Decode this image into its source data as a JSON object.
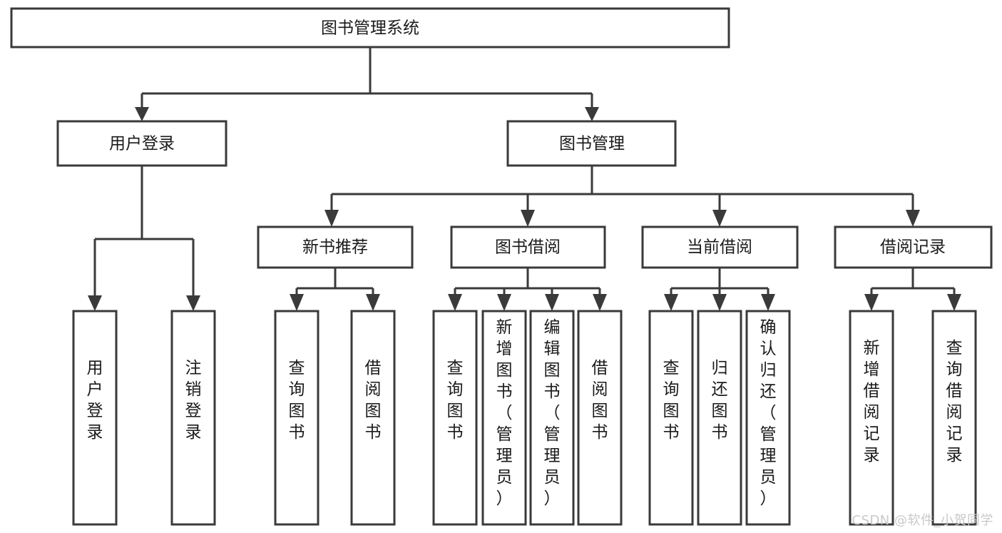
{
  "diagram": {
    "type": "tree-hierarchy-chart",
    "title": "图书管理系统",
    "colors": {
      "background": "#ffffff",
      "box_stroke": "#3a3a3a",
      "box_fill": "#ffffff",
      "text": "#1a1a1a",
      "watermark": "#c9c9c9"
    },
    "root": {
      "label": "图书管理系统",
      "orientation": "horizontal"
    },
    "level2": [
      {
        "label": "用户登录",
        "orientation": "horizontal"
      },
      {
        "label": "图书管理",
        "orientation": "horizontal"
      }
    ],
    "level3": [
      {
        "label": "新书推荐",
        "orientation": "horizontal"
      },
      {
        "label": "图书借阅",
        "orientation": "horizontal"
      },
      {
        "label": "当前借阅",
        "orientation": "horizontal"
      },
      {
        "label": "借阅记录",
        "orientation": "horizontal"
      }
    ],
    "leaves": {
      "user_login": [
        {
          "label": "用户登录",
          "orientation": "vertical"
        },
        {
          "label": "注销登录",
          "orientation": "vertical"
        }
      ],
      "new_book_recommend": [
        {
          "label": "查询图书",
          "orientation": "vertical"
        },
        {
          "label": "借阅图书",
          "orientation": "vertical"
        }
      ],
      "book_borrow": [
        {
          "label": "查询图书",
          "orientation": "vertical"
        },
        {
          "label": "新增图书（管理员）",
          "orientation": "vertical"
        },
        {
          "label": "编辑图书（管理员）",
          "orientation": "vertical"
        },
        {
          "label": "借阅图书",
          "orientation": "vertical"
        }
      ],
      "current_borrow": [
        {
          "label": "查询图书",
          "orientation": "vertical"
        },
        {
          "label": "归还图书",
          "orientation": "vertical"
        },
        {
          "label": "确认归还（管理员）",
          "orientation": "vertical"
        }
      ],
      "borrow_record": [
        {
          "label": "新增借阅记录",
          "orientation": "vertical"
        },
        {
          "label": "查询借阅记录",
          "orientation": "vertical"
        }
      ]
    }
  },
  "watermark": {
    "text": "CSDN @软件_小贺同学"
  }
}
